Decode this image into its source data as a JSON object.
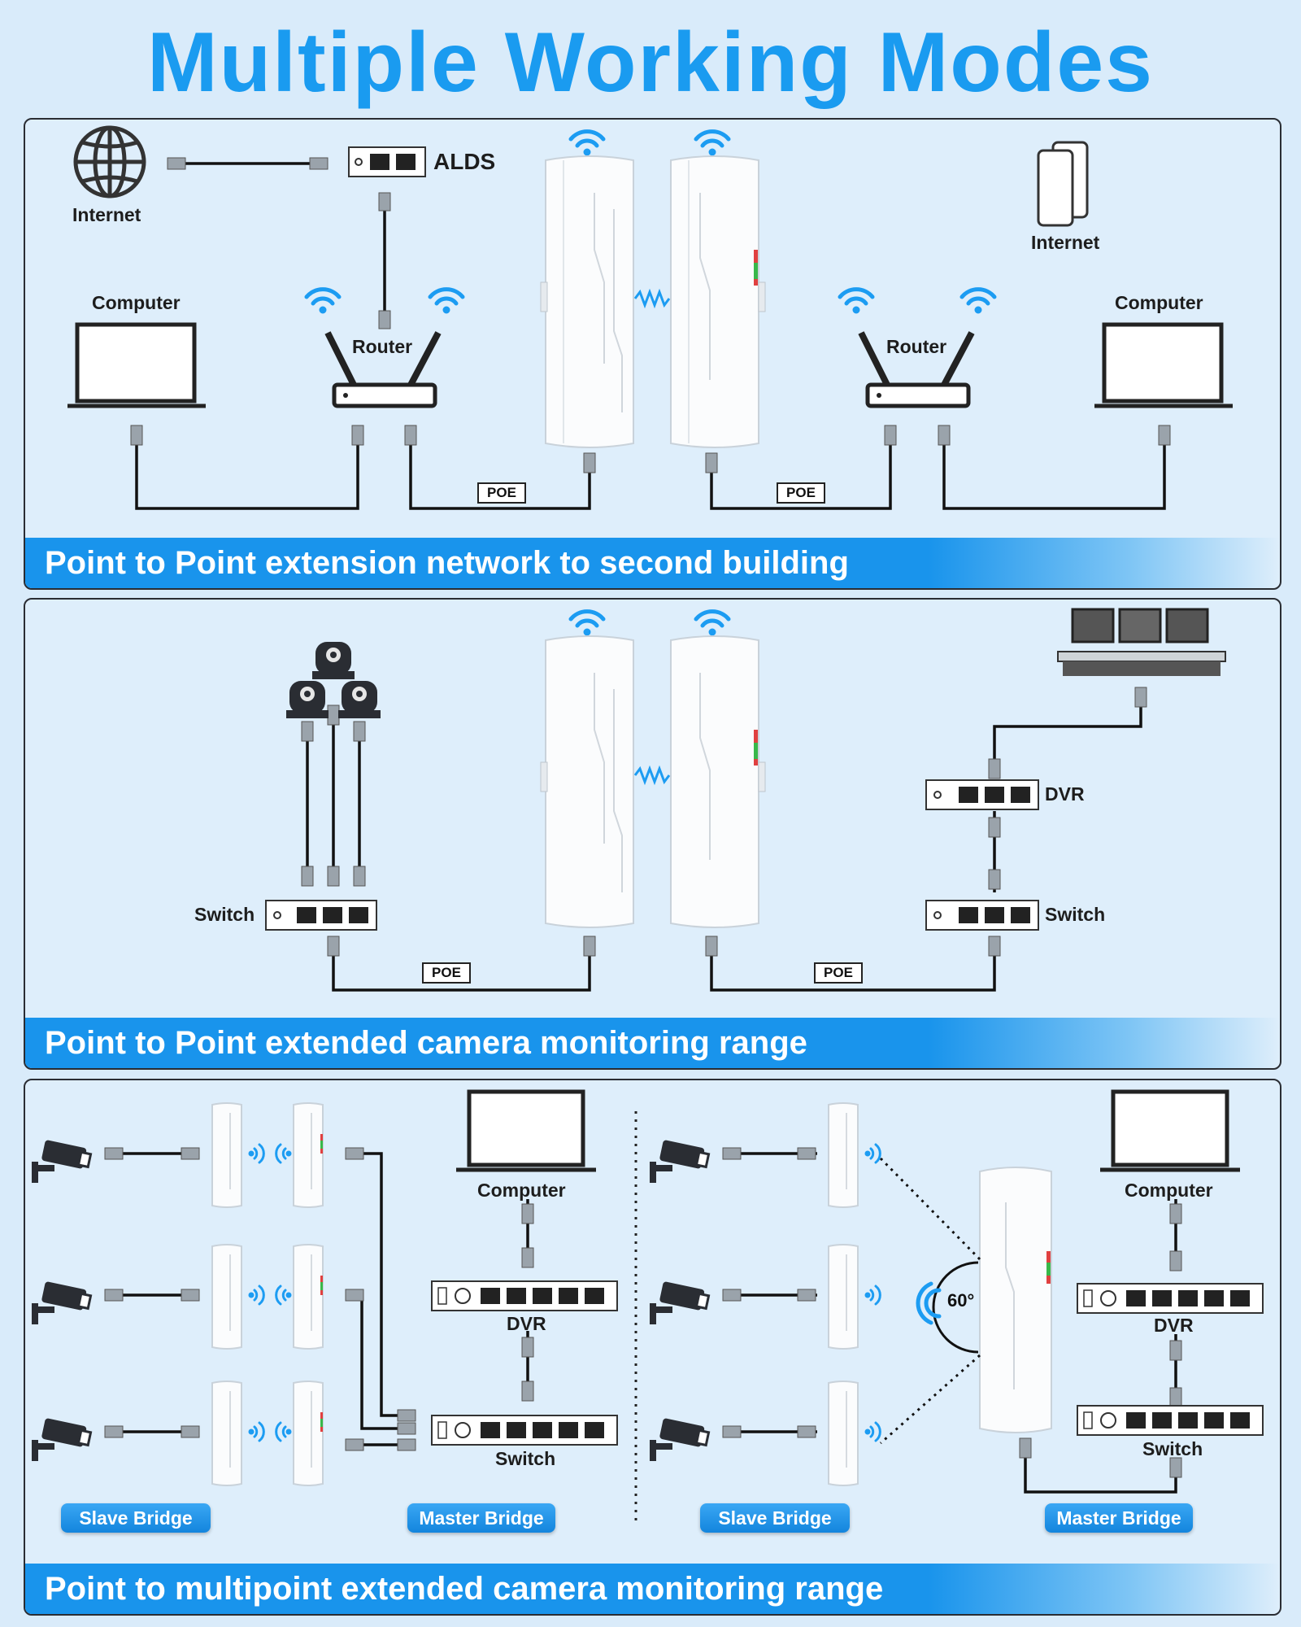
{
  "title": "Multiple Working Modes",
  "panels": [
    {
      "banner": "Point to Point extension network to second building",
      "labels": {
        "internet_left": "Internet",
        "alds": "ALDS",
        "internet_right": "Internet",
        "computer_left": "Computer",
        "router_left": "Router",
        "router_right": "Router",
        "computer_right": "Computer",
        "poe_left": "POE",
        "poe_right": "POE"
      }
    },
    {
      "banner": "Point to Point extended camera monitoring range",
      "labels": {
        "switch_left": "Switch",
        "dvr": "DVR",
        "switch_right": "Switch",
        "poe_left": "POE",
        "poe_right": "POE"
      }
    },
    {
      "banner": "Point to multipoint extended camera monitoring range",
      "labels": {
        "computer_left": "Computer",
        "dvr_left": "DVR",
        "switch_left": "Switch",
        "computer_right": "Computer",
        "dvr_right": "DVR",
        "switch_right": "Switch",
        "angle": "60°",
        "slave_left": "Slave Bridge",
        "master_left": "Master Bridge",
        "slave_right": "Slave Bridge",
        "master_right": "Master Bridge"
      }
    }
  ],
  "colors": {
    "title": "#1a9bf0",
    "banner": "#1994ec",
    "wifi": "#1c9cf2",
    "line": "#111111",
    "panel_bg": "#deeefb"
  }
}
